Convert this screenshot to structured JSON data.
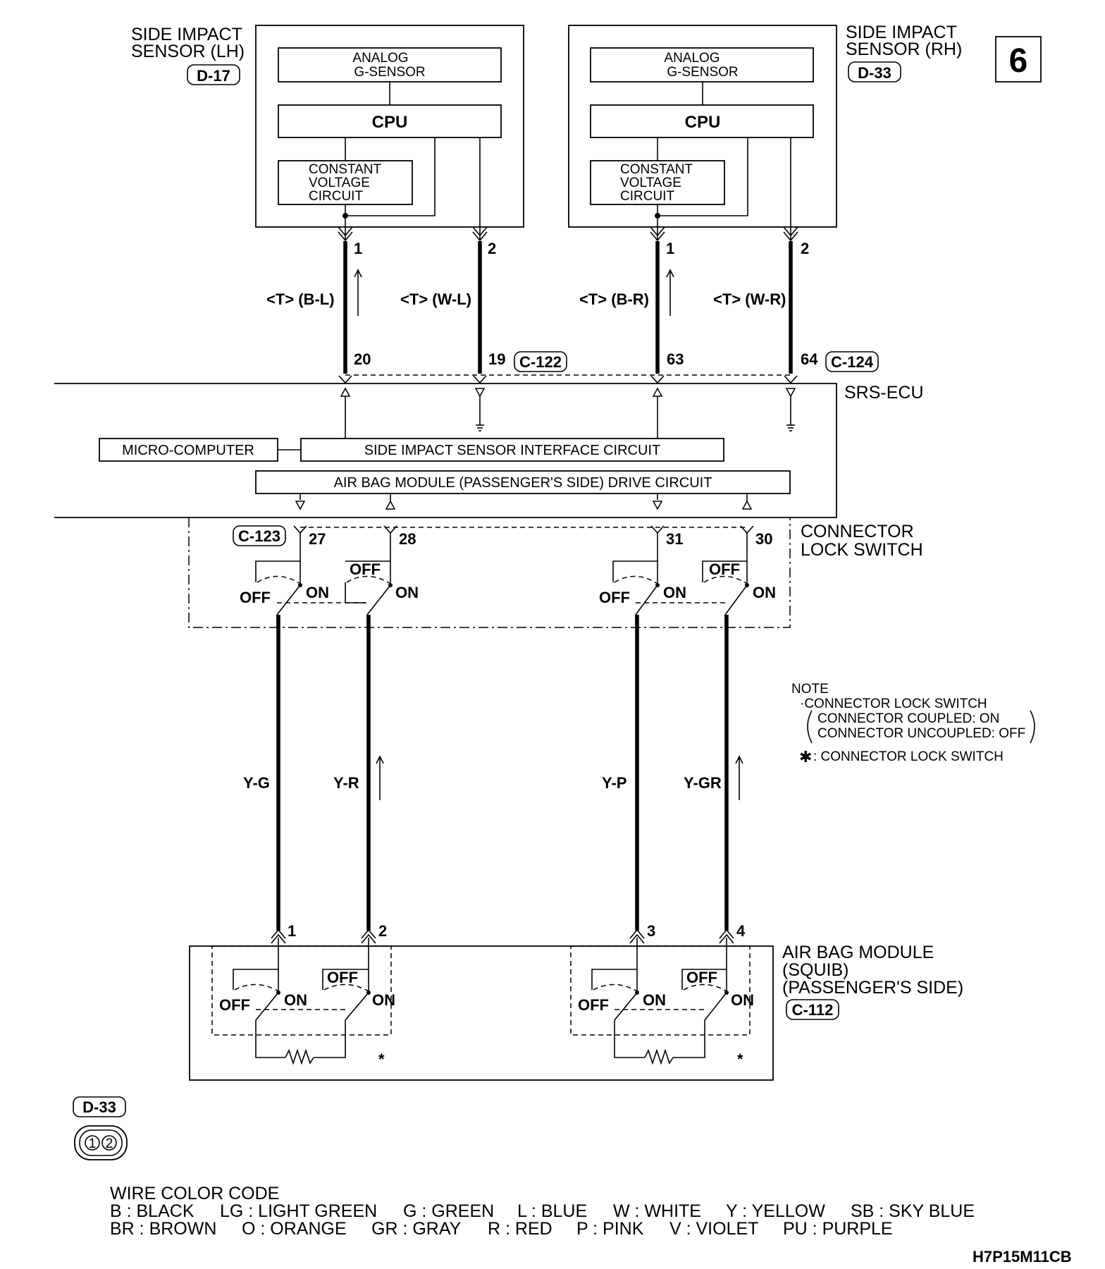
{
  "page_number": "6",
  "diagram_code": "H7P15M11CB",
  "sensor_lh": {
    "title_line1": "SIDE IMPACT",
    "title_line2": "SENSOR (LH)",
    "connector": "D-17",
    "analog_line1": "ANALOG",
    "analog_line2": "G-SENSOR",
    "cpu": "CPU",
    "cvc_line1": "CONSTANT",
    "cvc_line2": "VOLTAGE",
    "cvc_line3": "CIRCUIT",
    "pin_a": "1",
    "pin_b": "2"
  },
  "sensor_rh": {
    "title_line1": "SIDE IMPACT",
    "title_line2": "SENSOR (RH)",
    "connector": "D-33",
    "analog_line1": "ANALOG",
    "analog_line2": "G-SENSOR",
    "cpu": "CPU",
    "cvc_line1": "CONSTANT",
    "cvc_line2": "VOLTAGE",
    "cvc_line3": "CIRCUIT",
    "pin_a": "1",
    "pin_b": "2"
  },
  "wires_upper": {
    "lh_a": "<T> (B-L)",
    "lh_b": "<T> (W-L)",
    "rh_a": "<T> (B-R)",
    "rh_b": "<T> (W-R)"
  },
  "ecu_pins_top": {
    "p20": "20",
    "p19": "19",
    "conn_left": "C-122",
    "p63": "63",
    "p64": "64",
    "conn_right": "C-124"
  },
  "ecu": {
    "label": "SRS-ECU",
    "micro": "MICRO-COMPUTER",
    "interface": "SIDE IMPACT SENSOR INTERFACE CIRCUIT",
    "drive": "AIR BAG MODULE (PASSENGER'S SIDE) DRIVE CIRCUIT"
  },
  "lock_switch": {
    "connector": "C-123",
    "p27": "27",
    "p28": "28",
    "p31": "31",
    "p30": "30",
    "label_line1": "CONNECTOR",
    "label_line2": "LOCK SWITCH",
    "off": "OFF",
    "on": "ON"
  },
  "wires_lower": {
    "w1": "Y-G",
    "w2": "Y-R",
    "w3": "Y-P",
    "w4": "Y-GR"
  },
  "note": {
    "title": "NOTE",
    "line1": "·CONNECTOR LOCK SWITCH",
    "line2": "CONNECTOR COUPLED: ON",
    "line3": "CONNECTOR UNCOUPLED: OFF",
    "star": "✱",
    "line4": ": CONNECTOR LOCK SWITCH"
  },
  "airbag_module": {
    "p1": "1",
    "p2": "2",
    "p3": "3",
    "p4": "4",
    "label_line1": "AIR BAG MODULE",
    "label_line2": "(SQUIB)",
    "label_line3": "(PASSENGER'S SIDE)",
    "connector": "C-112",
    "off": "OFF",
    "on": "ON",
    "star": "*"
  },
  "connector_face": {
    "connector": "D-33",
    "pin1": "1",
    "pin2": "2"
  },
  "color_code": {
    "title": "WIRE COLOR CODE",
    "row1": [
      "B : BLACK",
      "LG : LIGHT GREEN",
      "G : GREEN",
      "L : BLUE",
      "W : WHITE",
      "Y : YELLOW",
      "SB : SKY BLUE"
    ],
    "row2": [
      "BR : BROWN",
      "O : ORANGE",
      "GR : GRAY",
      "R : RED",
      "P : PINK",
      "V : VIOLET",
      "PU : PURPLE"
    ]
  }
}
